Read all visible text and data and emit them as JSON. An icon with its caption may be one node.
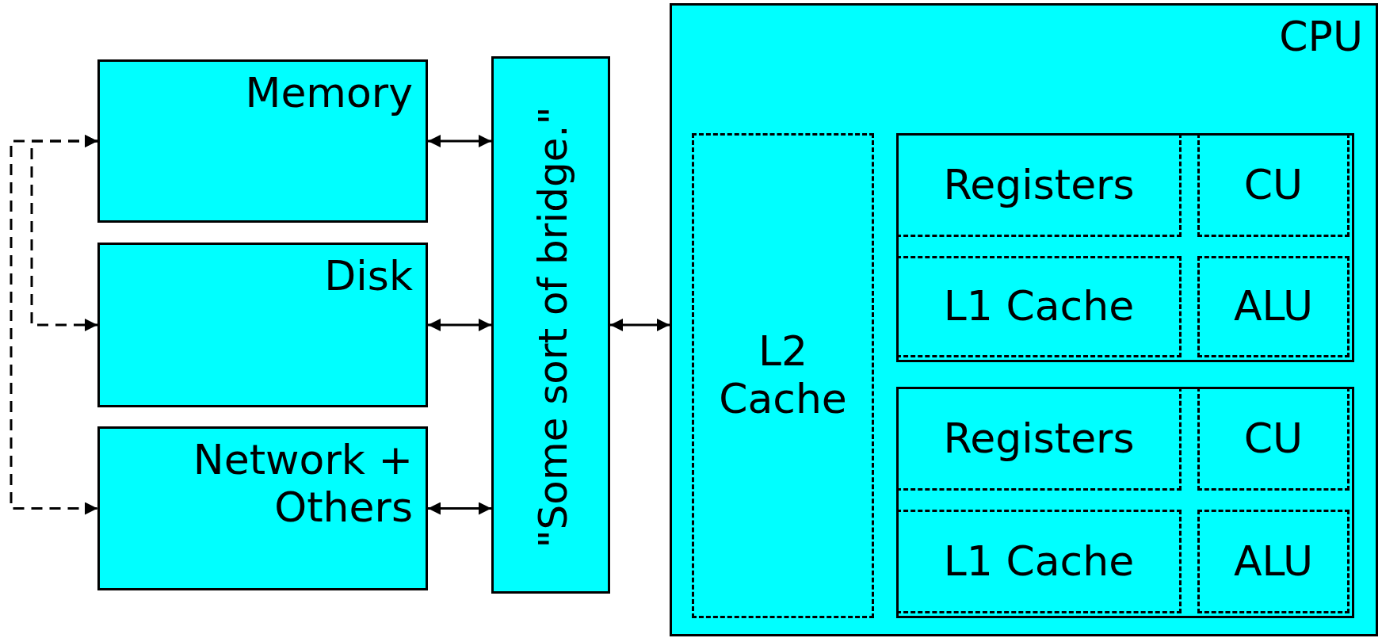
{
  "diagram": {
    "nodes": [
      {
        "text": [
          "Memory"
        ]
      },
      {
        "text": [
          "Disk"
        ]
      },
      {
        "text": [
          "Network + Others"
        ]
      },
      {
        "text": [
          "\"Some sort of bridge.\""
        ]
      },
      {
        "text": [
          "CPU"
        ]
      },
      {
        "text": [
          "L2 Cache"
        ],
        "in": 4
      },
      {
        "text": [],
        "shape": "box",
        "in": 4
      },
      {
        "text": [
          "Registers"
        ],
        "in": 6
      },
      {
        "text": [
          "CU"
        ],
        "in": 6
      },
      {
        "text": [
          "L1 Cache"
        ],
        "in": 6
      },
      {
        "text": [
          "ALU"
        ],
        "in": 6
      },
      {
        "text": [],
        "shape": "box",
        "in": 4
      },
      {
        "text": [
          "Registers"
        ],
        "in": 11
      },
      {
        "text": [
          "CU"
        ],
        "in": 11
      },
      {
        "text": [
          "L1 Cache"
        ],
        "in": 11
      },
      {
        "text": [
          "ALU"
        ],
        "in": 11
      }
    ],
    "edges": [
      {
        "from": 0,
        "to": 2,
        "arrow": "both",
        "style": "dashed"
      },
      {
        "from": 0,
        "to": 1,
        "arrow": "both",
        "style": "dashed"
      },
      {
        "from": 0,
        "to": 3,
        "arrow": "both"
      },
      {
        "from": 1,
        "to": 3,
        "arrow": "both"
      },
      {
        "from": 2,
        "to": 3,
        "arrow": "both"
      },
      {
        "from": 3,
        "to": 4,
        "arrow": "both"
      }
    ]
  }
}
